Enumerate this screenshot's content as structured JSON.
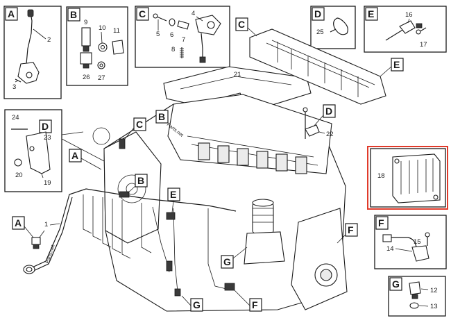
{
  "letters": {
    "A": "A",
    "B": "B",
    "C": "C",
    "D": "D",
    "E": "E",
    "F": "F",
    "G": "G"
  },
  "numbers": {
    "n1": "1",
    "n2": "2",
    "n3": "3",
    "n4": "4",
    "n5": "5",
    "n6": "6",
    "n7": "7",
    "n8": "8",
    "n9": "9",
    "n10": "10",
    "n11": "11",
    "n12": "12",
    "n13": "13",
    "n14": "14",
    "n15": "15",
    "n16": "16",
    "n17": "17",
    "n18": "18",
    "n19": "19",
    "n20": "20",
    "n21": "21",
    "n22": "22",
    "n23": "23",
    "n24": "24",
    "n25": "25",
    "n26": "26",
    "n27": "27"
  },
  "watermark": "Parts.net",
  "colors": {
    "highlight": "#e03a2a",
    "line": "#1a1a1a",
    "background": "#ffffff"
  }
}
